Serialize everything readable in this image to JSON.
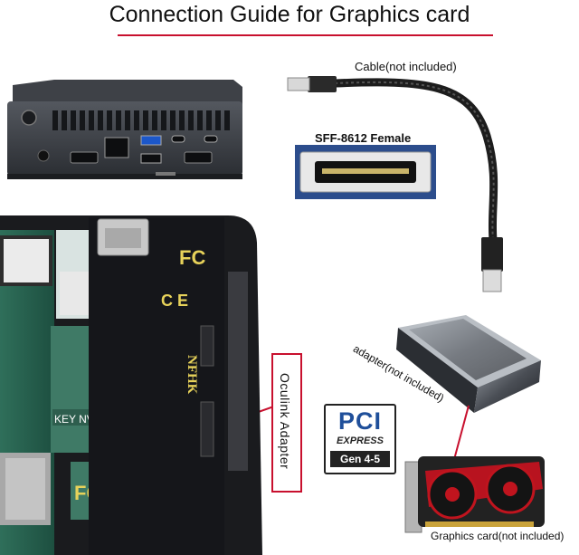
{
  "title": "Connection Guide for Graphics card",
  "labels": {
    "cable": "Cable(not included)",
    "sff": "SFF-8612 Female",
    "adapter": "adapter(not included)",
    "gpu": "Graphics card(not included)",
    "oculink": "Oculink Adapter"
  },
  "board_text": {
    "nvme": "KEY NVMe",
    "brand": "NFHK"
  },
  "pcie_logo": {
    "word": "PCI",
    "express": "EXPRESS",
    "gen": "Gen",
    "gen_range": "4-5"
  },
  "colors": {
    "accent_red": "#c8102e",
    "pci_blue": "#1f4f9a"
  }
}
